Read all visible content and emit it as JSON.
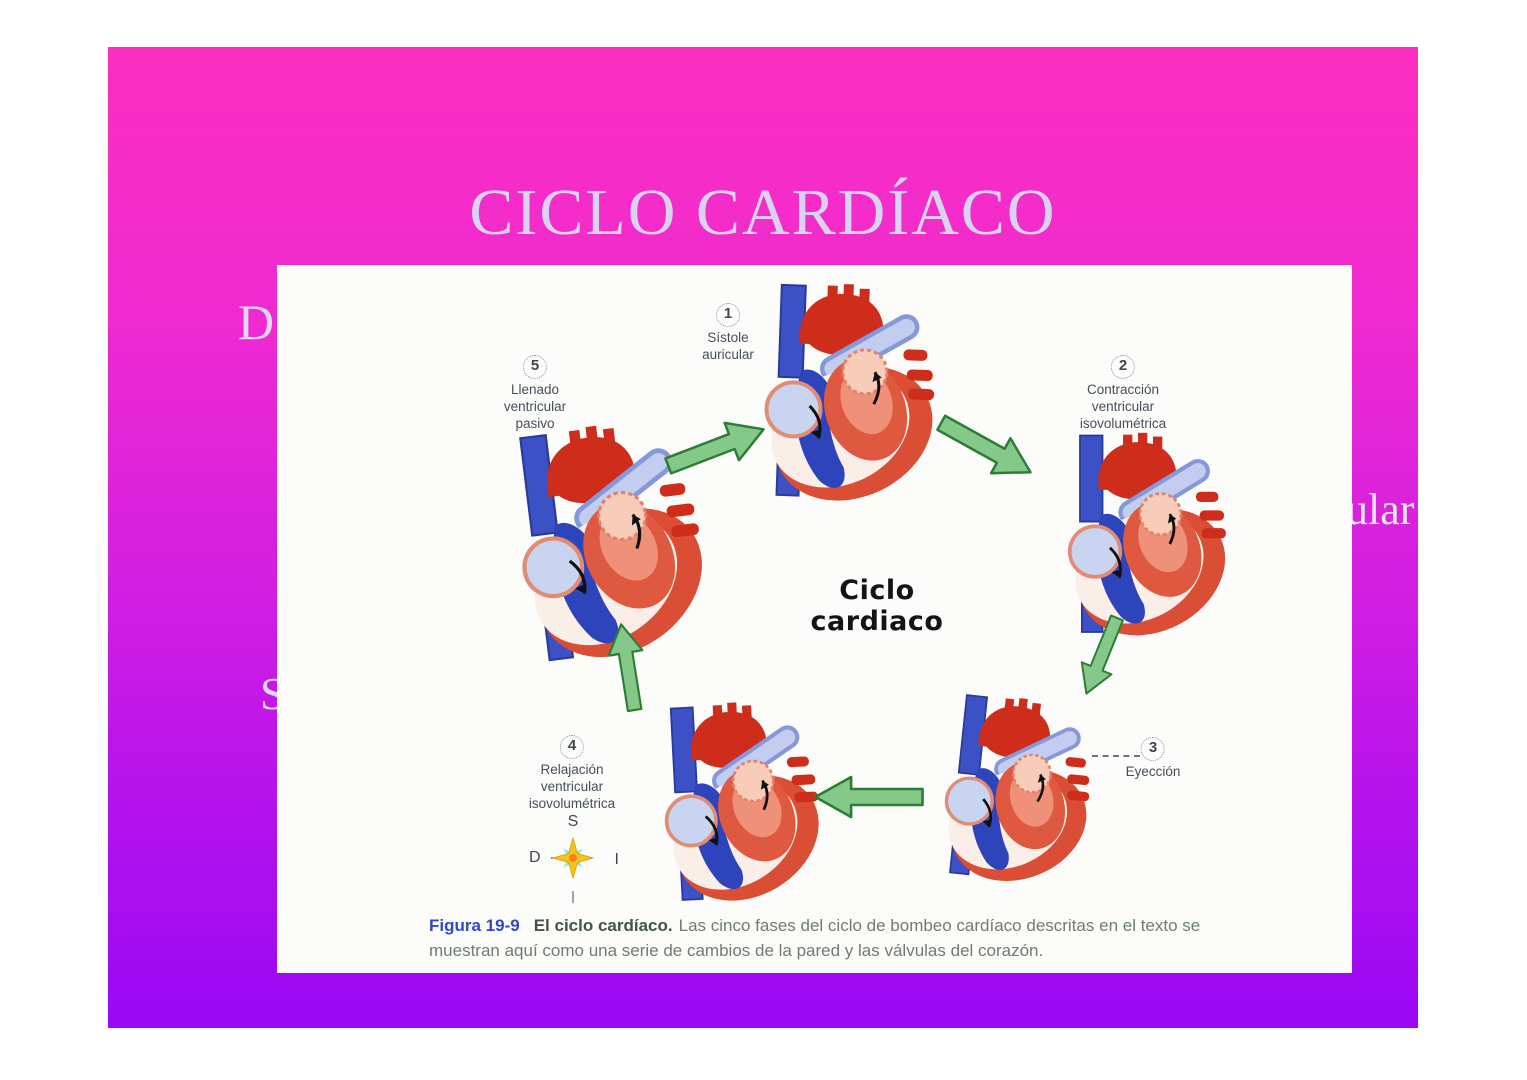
{
  "slide": {
    "title": "CICLO CARDÍACO",
    "colors": {
      "gradient_top": "#fc2fc0",
      "gradient_bottom": "#9a08f4",
      "title_text": "#d8d4f0",
      "panel_background": "#fcfcfa",
      "cycle_arrow_green": "#85c98a",
      "caption_label_blue": "#3347c6"
    },
    "hidden_text_fragments": {
      "left_top": "D",
      "left_bottom": "S",
      "right": "ular"
    }
  },
  "figure": {
    "center_label": {
      "line1": "Ciclo",
      "line2": "cardiaco"
    },
    "phases": [
      {
        "num": "1",
        "line1": "Sístole",
        "line2": "auricular",
        "line3": ""
      },
      {
        "num": "2",
        "line1": "Contracción",
        "line2": "ventricular",
        "line3": "isovolumétrica"
      },
      {
        "num": "3",
        "line1": "Eyección",
        "line2": "",
        "line3": ""
      },
      {
        "num": "4",
        "line1": "Relajación",
        "line2": "ventricular",
        "line3": "isovolumétrica"
      },
      {
        "num": "5",
        "line1": "Llenado",
        "line2": "ventricular",
        "line3": "pasivo"
      }
    ],
    "compass": {
      "top": "S",
      "left": "D",
      "right": "I"
    },
    "caption": {
      "figure_label": "Figura 19-9",
      "lead": "El ciclo cardíaco.",
      "text_line1": "Las cinco fases del ciclo de bombeo cardíaco descritas en el texto se",
      "text_line2": "muestran aquí como una serie de cambios de la pared y las válvulas del corazón."
    },
    "icons": {
      "cycle_arrow": "cycle-arrow-icon",
      "compass_star": "orientation-star-icon",
      "heart": "heart-illustration"
    }
  }
}
